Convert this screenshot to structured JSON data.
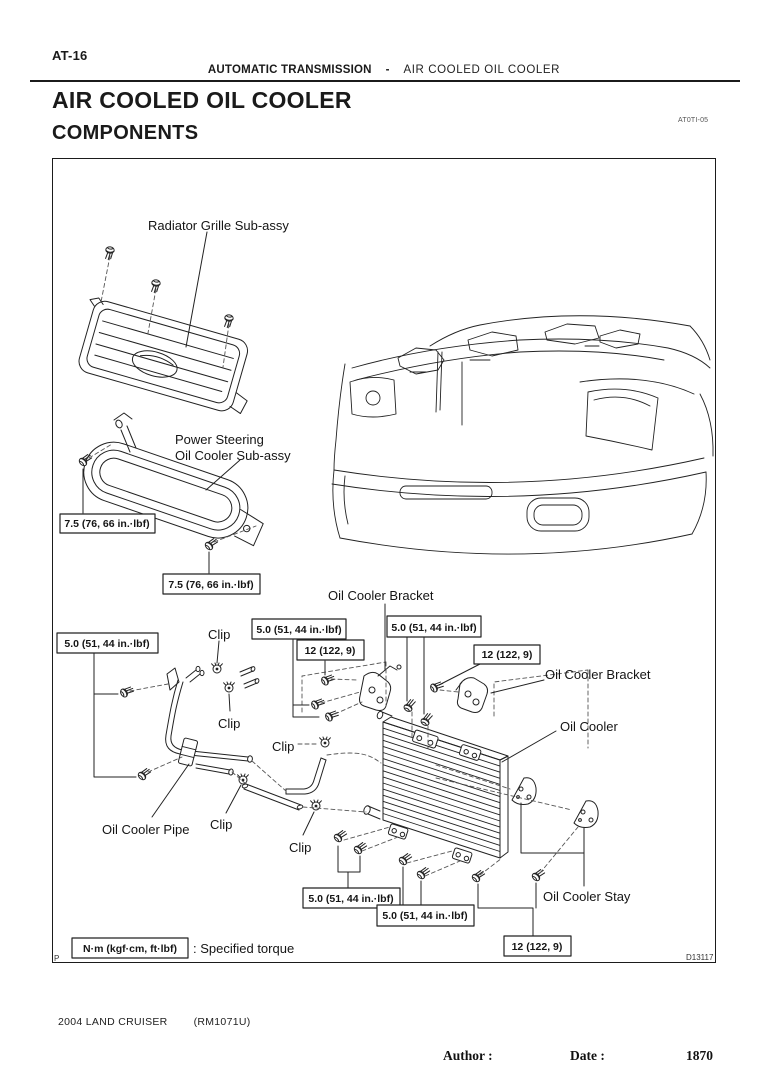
{
  "page": {
    "page_code": "AT-16",
    "header": {
      "section": "AUTOMATIC TRANSMISSION",
      "separator": "-",
      "subsection": "AIR COOLED OIL COOLER"
    },
    "title": "AIR COOLED OIL COOLER",
    "subtitle": "COMPONENTS",
    "ref_code": "AT0TI-05"
  },
  "diagram": {
    "labels": {
      "radiator_grille": "Radiator Grille Sub-assy",
      "power_steering_line1": "Power Steering",
      "power_steering_line2": "Oil Cooler Sub-assy",
      "bracket_top": "Oil Cooler Bracket",
      "bracket_right": "Oil Cooler Bracket",
      "oil_cooler": "Oil Cooler",
      "oil_cooler_pipe": "Oil Cooler Pipe",
      "oil_cooler_stay": "Oil Cooler Stay"
    },
    "clips": [
      "Clip",
      "Clip",
      "Clip",
      "Clip",
      "Clip"
    ],
    "torque_boxes": [
      "7.5 (76, 66 in.·lbf)",
      "7.5 (76, 66 in.·lbf)",
      "5.0 (51, 44 in.·lbf)",
      "5.0 (51, 44 in.·lbf)",
      "5.0 (51, 44 in.·lbf)",
      "12 (122, 9)",
      "12 (122, 9)",
      "5.0 (51, 44 in.·lbf)",
      "5.0 (51, 44 in.·lbf)",
      "12 (122, 9)"
    ],
    "legend": {
      "unit_label": "N·m (kgf·cm, ft·lbf)",
      "description": ": Specified torque"
    },
    "figure_code": "D13117",
    "corner_mark": "P"
  },
  "footer": {
    "model": "2004 LAND CRUISER",
    "manual_ref": "(RM1071U)",
    "author_label": "Author :",
    "date_label": "Date :",
    "page_number": "1870"
  }
}
